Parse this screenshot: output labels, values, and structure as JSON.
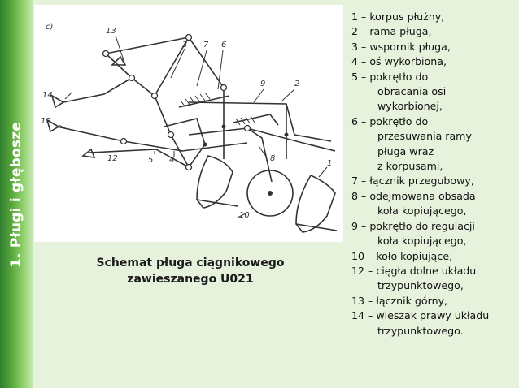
{
  "sidebar": {
    "title": "1. Pługi i głębosze"
  },
  "diagram": {
    "panel_label": "c)",
    "part_numbers": [
      "13",
      "3",
      "7",
      "6",
      "14",
      "9",
      "2",
      "12",
      "5",
      "4",
      "8",
      "1",
      "10"
    ]
  },
  "caption": {
    "line1": "Schemat pługa ciągnikowego",
    "line2": "zawieszanego U021"
  },
  "legend": [
    {
      "lines": [
        "1 – korpus płużny,"
      ]
    },
    {
      "lines": [
        "2 – rama pługa,"
      ]
    },
    {
      "lines": [
        "3 – wspornik pługa,"
      ]
    },
    {
      "lines": [
        "4 – oś wykorbiona,"
      ]
    },
    {
      "lines": [
        "5 – pokrętło do",
        "obracania osi",
        "wykorbionej,"
      ]
    },
    {
      "lines": [
        "6 – pokrętło do",
        "przesuwania ramy",
        "pługa wraz",
        "z korpusami,"
      ]
    },
    {
      "lines": [
        "7 – łącznik przegubowy,"
      ]
    },
    {
      "lines": [
        "8 – odejmowana obsada",
        "koła kopiującego,"
      ]
    },
    {
      "lines": [
        "9 – pokrętło do regulacji",
        "koła kopiującego,"
      ]
    },
    {
      "lines": [
        "10 – koło kopiujące,"
      ]
    },
    {
      "lines": [
        "12 – cięgła dolne układu",
        "trzypunktowego,"
      ]
    },
    {
      "lines": [
        "13 – łącznik górny,"
      ]
    },
    {
      "lines": [
        "14 – wieszak prawy układu",
        "trzypunktowego."
      ]
    }
  ],
  "colors": {
    "sidebar_dark": "#2f7f2f",
    "sidebar_light": "#c4e7b0",
    "background": "#e7f2dc",
    "text": "#111111"
  }
}
